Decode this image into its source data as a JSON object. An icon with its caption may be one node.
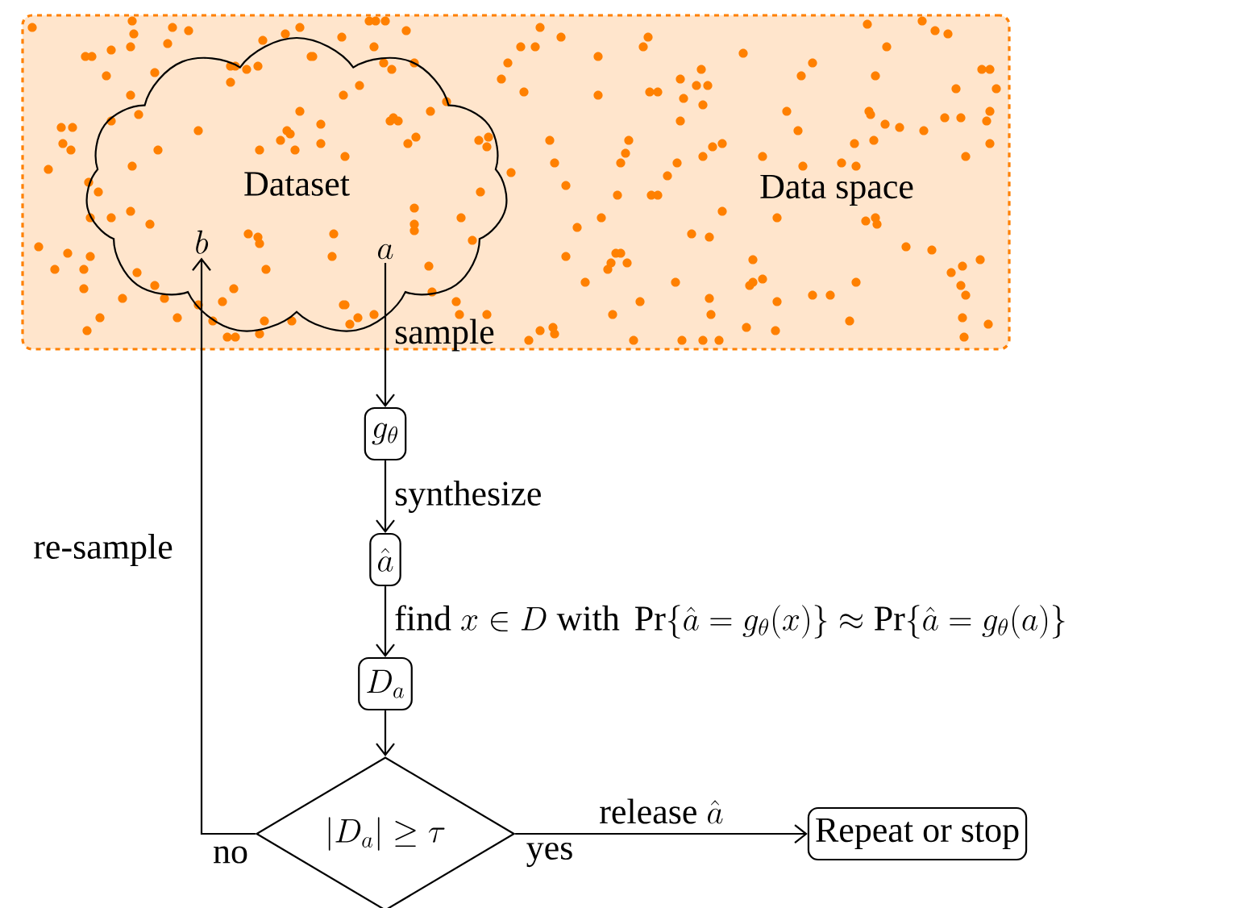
{
  "diagram": {
    "nodes": [
      {
        "text": [
          "Data space"
        ]
      },
      {
        "text": [
          "Dataset"
        ],
        "in": 0
      },
      {
        "text": [
          "a"
        ],
        "in": 1
      },
      {
        "text": [
          "b"
        ],
        "in": 1
      },
      {
        "text": [
          "g_{\\theta}"
        ]
      },
      {
        "text": [
          "\\hat{a}"
        ]
      },
      {
        "text": [
          "D_a"
        ]
      },
      {
        "text": [
          "|D_a| \\geq \\tau"
        ]
      },
      {
        "text": [
          "Repeat or stop"
        ]
      }
    ],
    "edges": [
      {
        "from": 2,
        "to": 4,
        "arrow": "to",
        "label": "sample"
      },
      {
        "from": 4,
        "to": 5,
        "arrow": "to",
        "label": "synthesize"
      },
      {
        "from": 5,
        "to": 6,
        "arrow": "to",
        "label": "\\text{find } x \\in D \\text{ with } \\Pr\\{\\hat{a} = g_{\\theta}(x)\\} \\approx \\Pr\\{\\hat{a} = g_{\\theta}(a)\\}"
      },
      {
        "from": 6,
        "to": 7,
        "arrow": "to"
      },
      {
        "from": 7,
        "to": 3,
        "arrow": "to",
        "label": "re-sample"
      },
      {
        "from": 7,
        "to": 8,
        "arrow": "to",
        "label": "\\text{release } \\hat{a}"
      }
    ],
    "labels": [
      "no",
      "yes"
    ]
  }
}
